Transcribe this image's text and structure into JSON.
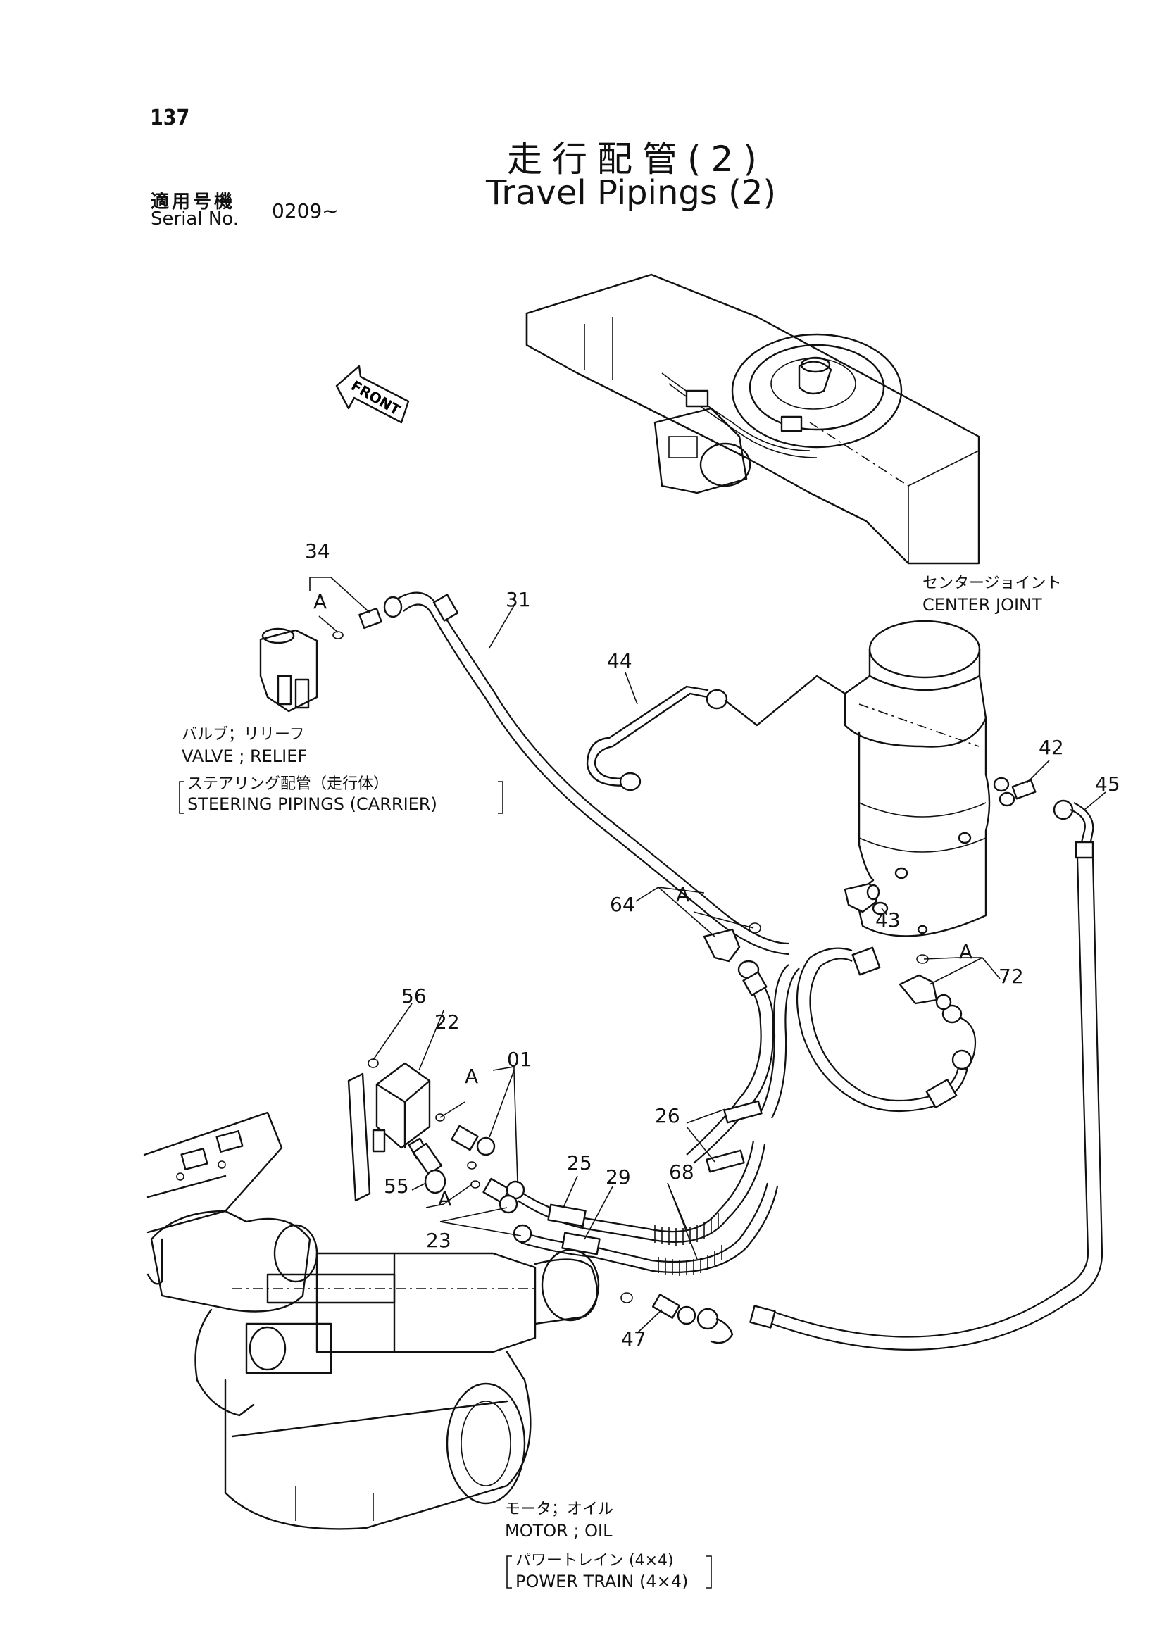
{
  "header": {
    "page_number": "137",
    "title_jp": "走行配管(2)",
    "title_en": "Travel Pipings (2)",
    "serial_label_jp": "適用号機",
    "serial_label_en": "Serial No.",
    "serial_value": "0209~"
  },
  "direction": {
    "front_label": "FRONT"
  },
  "labels": {
    "center_joint_jp": "センタージョイント",
    "center_joint_en": "CENTER  JOINT",
    "valve_jp": "バルブ；リリーフ",
    "valve_en": "VALVE ; RELIEF",
    "steering_jp": "ステアリング配管（走行体）",
    "steering_en": "STEERING  PIPINGS (CARRIER)",
    "motor_jp": "モータ；オイル",
    "motor_en": "MOTOR ; OIL",
    "power_jp": "パワートレイン (4×4)",
    "power_en": "POWER  TRAIN (4×4)"
  },
  "callouts": {
    "c34": "34",
    "c31": "31",
    "c44": "44",
    "c42": "42",
    "c45": "45",
    "c43": "43",
    "c64": "64",
    "c72": "72",
    "c56": "56",
    "c22": "22",
    "c01": "01",
    "c26": "26",
    "c25": "25",
    "c29": "29",
    "c68": "68",
    "c55": "55",
    "c23": "23",
    "c47": "47",
    "a1": "A",
    "a2": "A",
    "a3": "A",
    "a4": "A",
    "a5": "A"
  }
}
